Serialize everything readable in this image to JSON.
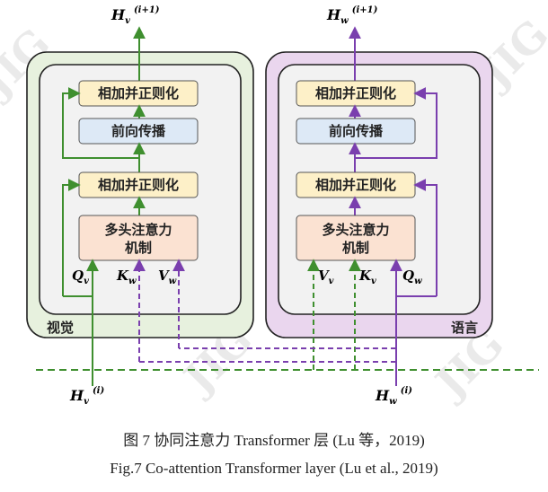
{
  "left_stream": {
    "output_label": "H",
    "output_sub": "v",
    "output_sup": "(i+1)",
    "input_label": "H",
    "input_sub": "v",
    "input_sup": "(i)",
    "block_label": "视觉",
    "add_norm_top": "相加并正则化",
    "feed_forward": "前向传播",
    "add_norm_bottom": "相加并正则化",
    "attention_line1": "多头注意力",
    "attention_line2": "机制",
    "q": {
      "main": "Q",
      "sub": "v"
    },
    "k": {
      "main": "K",
      "sub": "w"
    },
    "v": {
      "main": "V",
      "sub": "w"
    }
  },
  "right_stream": {
    "output_label": "H",
    "output_sub": "w",
    "output_sup": "(i+1)",
    "input_label": "H",
    "input_sub": "w",
    "input_sup": "(i)",
    "block_label": "语言",
    "add_norm_top": "相加并正则化",
    "feed_forward": "前向传播",
    "add_norm_bottom": "相加并正则化",
    "attention_line1": "多头注意力",
    "attention_line2": "机制",
    "v": {
      "main": "V",
      "sub": "v"
    },
    "k": {
      "main": "K",
      "sub": "v"
    },
    "q": {
      "main": "Q",
      "sub": "w"
    }
  },
  "watermark": "JIG",
  "colors": {
    "green": "#3f8f2f",
    "purple": "#7a3fae",
    "left_block_bg": "#e7f1de",
    "right_block_bg": "#ead6ee",
    "inner_bg": "#f2f2f2",
    "add_norm_bg": "#fdf0c8",
    "feed_forward_bg": "#dde9f6",
    "attention_bg": "#fbe2d2"
  },
  "caption": {
    "cn": "图 7    协同注意力 Transformer 层  (Lu 等，2019)",
    "en": "Fig.7    Co-attention Transformer layer (Lu et al., 2019)"
  }
}
